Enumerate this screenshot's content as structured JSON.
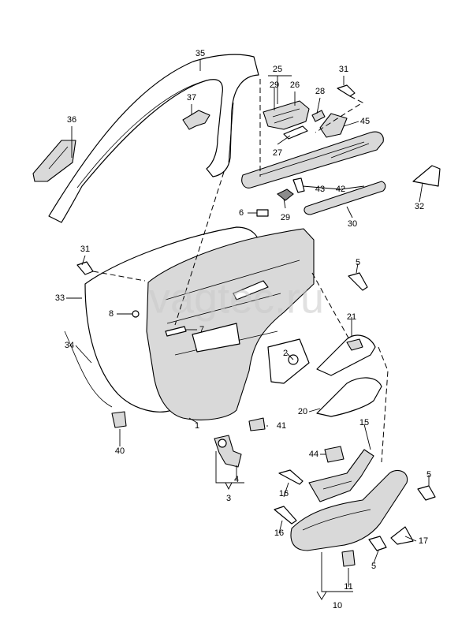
{
  "watermark": "vagtec.ru",
  "callouts": {
    "p1": "1",
    "p2": "2",
    "p3": "3",
    "p4": "4",
    "p5a": "5",
    "p5b": "5",
    "p5c": "5",
    "p6": "6",
    "p7": "7",
    "p8": "8",
    "p10": "10",
    "p11": "11",
    "p15": "15",
    "p16a": "16",
    "p16b": "16",
    "p17": "17",
    "p20": "20",
    "p21": "21",
    "p25": "25",
    "p26": "26",
    "p27": "27",
    "p28": "28",
    "p29a": "29",
    "p29b": "29",
    "p30": "30",
    "p31a": "31",
    "p31b": "31",
    "p32": "32",
    "p33": "33",
    "p34": "34",
    "p35": "35",
    "p36": "36",
    "p37": "37",
    "p40": "40",
    "p41": "41",
    "p42": "42",
    "p43": "43",
    "p44": "44",
    "p45": "45"
  }
}
